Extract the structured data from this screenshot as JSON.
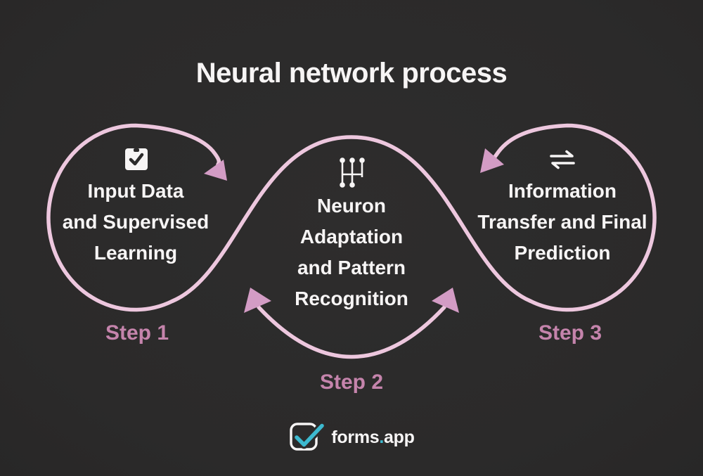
{
  "title": "Neural network process",
  "steps": [
    {
      "label": "Step 1",
      "icon": "task-check-icon",
      "lines": [
        "Input Data",
        "and Supervised",
        "Learning"
      ]
    },
    {
      "label": "Step 2",
      "icon": "neural-network-icon",
      "lines": [
        "Neuron",
        "Adaptation",
        "and Pattern",
        "Recognition"
      ]
    },
    {
      "label": "Step 3",
      "icon": "transfer-arrows-icon",
      "lines": [
        "Information",
        "Transfer and Final",
        "Prediction"
      ]
    }
  ],
  "footer": {
    "brand": "forms",
    "dot": ".",
    "suffix": "app"
  },
  "colors": {
    "background": "#2C2B2B",
    "line_pink": "#EDC7DE",
    "arrow_pink": "#D39CC5",
    "step_label_pink": "#C584AC",
    "text_white": "#F7F5F5",
    "logo_teal": "#3DB9CF"
  }
}
